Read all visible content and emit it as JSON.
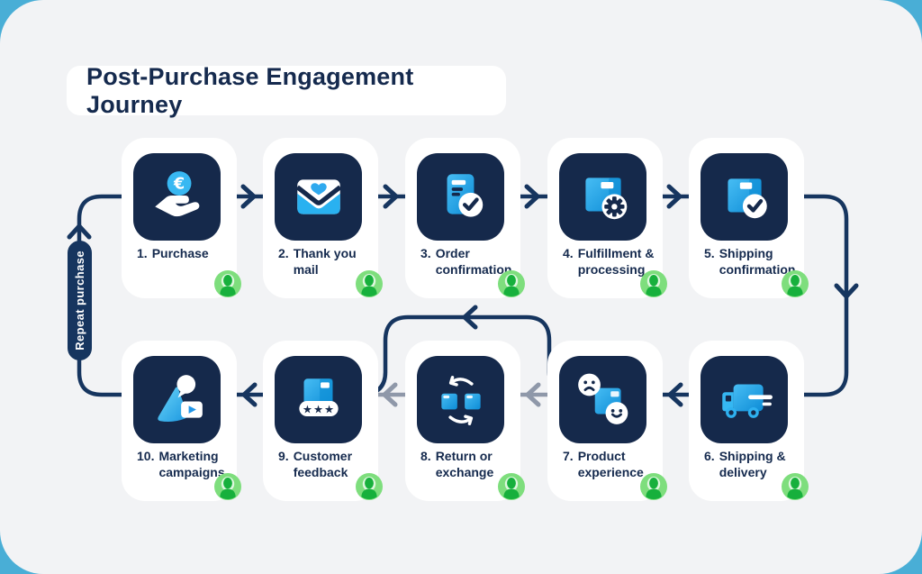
{
  "title": "Post-Purchase Engagement Journey",
  "repeat_label": "Repeat purchase",
  "steps": [
    {
      "num": "1.",
      "label": "Purchase",
      "icon": "hand-euro-coin-icon"
    },
    {
      "num": "2.",
      "label": "Thank you mail",
      "icon": "heart-envelope-icon"
    },
    {
      "num": "3.",
      "label": "Order confirmation",
      "icon": "document-check-icon"
    },
    {
      "num": "4.",
      "label": "Fulfillment & processing",
      "icon": "package-gear-icon"
    },
    {
      "num": "5.",
      "label": "Shipping confirmation",
      "icon": "package-check-icon"
    },
    {
      "num": "6.",
      "label": "Shipping & delivery",
      "icon": "delivery-truck-icon"
    },
    {
      "num": "7.",
      "label": "Product experience",
      "icon": "package-faces-icon"
    },
    {
      "num": "8.",
      "label": "Return or exchange",
      "icon": "boxes-swap-icon"
    },
    {
      "num": "9.",
      "label": "Customer feedback",
      "icon": "stars-rating-icon"
    },
    {
      "num": "10.",
      "label": "Marketing campaigns",
      "icon": "megaphone-media-icon"
    }
  ],
  "badge": {
    "icon": "user-icon"
  },
  "flow": {
    "main_path": [
      "1",
      "2",
      "3",
      "4",
      "5",
      "6",
      "7",
      "9",
      "10",
      "repeat purchase loop back to 1"
    ],
    "optional_gray_path": [
      "7",
      "8",
      "9"
    ],
    "bypass": "dark line from 7 arcs over 8 and rejoins before 9"
  },
  "colors": {
    "page_bg": "#49AED6",
    "panel_bg": "#F2F3F5",
    "card_bg": "#FFFFFF",
    "tile_navy": "#15294B",
    "line_navy": "#16355F",
    "line_gray": "#8F98A9",
    "accent_blue": "#2EB1F0",
    "accent_blue_dark": "#0D8CD6",
    "badge_green": "#7EDE7D",
    "badge_person_green": "#17B03C",
    "text_navy": "#152A4E"
  }
}
